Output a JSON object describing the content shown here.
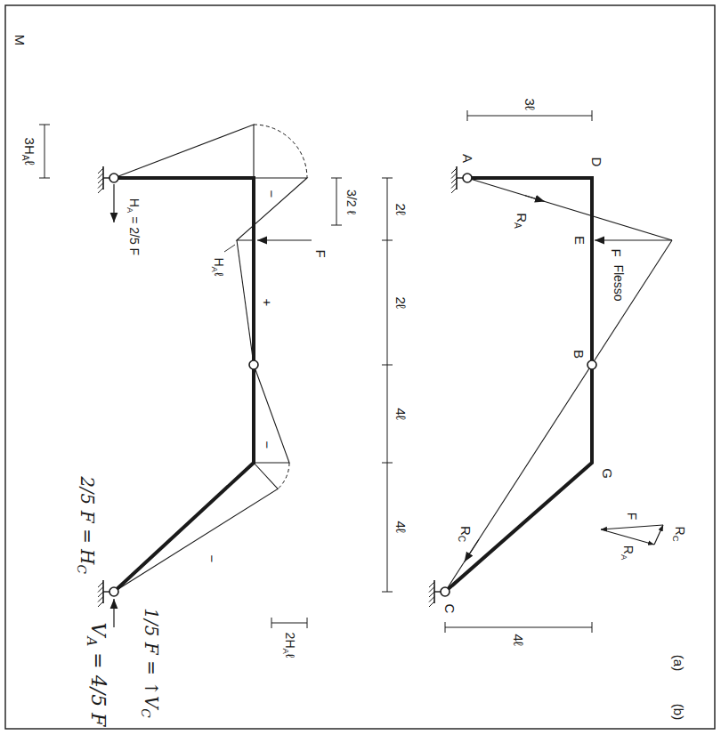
{
  "diagram": {
    "labels": [
      "3ℓ",
      "A",
      "D",
      "RA",
      "E",
      "F",
      "Flesso",
      "B",
      "G",
      "RC",
      "C",
      "4ℓ",
      "2ℓ",
      "2ℓ",
      "4ℓ",
      "4ℓ",
      "F",
      "RA",
      "RC",
      "(a)",
      "M",
      "3HAℓ",
      "−",
      "3/2 ℓ",
      "F",
      "HAℓ",
      "+",
      "−",
      "2HAℓ",
      "−",
      "HA = 2/5 F",
      "VA = 4/5 F",
      "2/5 F = HC",
      "1/5 F = ↑VC",
      "(b)"
    ]
  }
}
